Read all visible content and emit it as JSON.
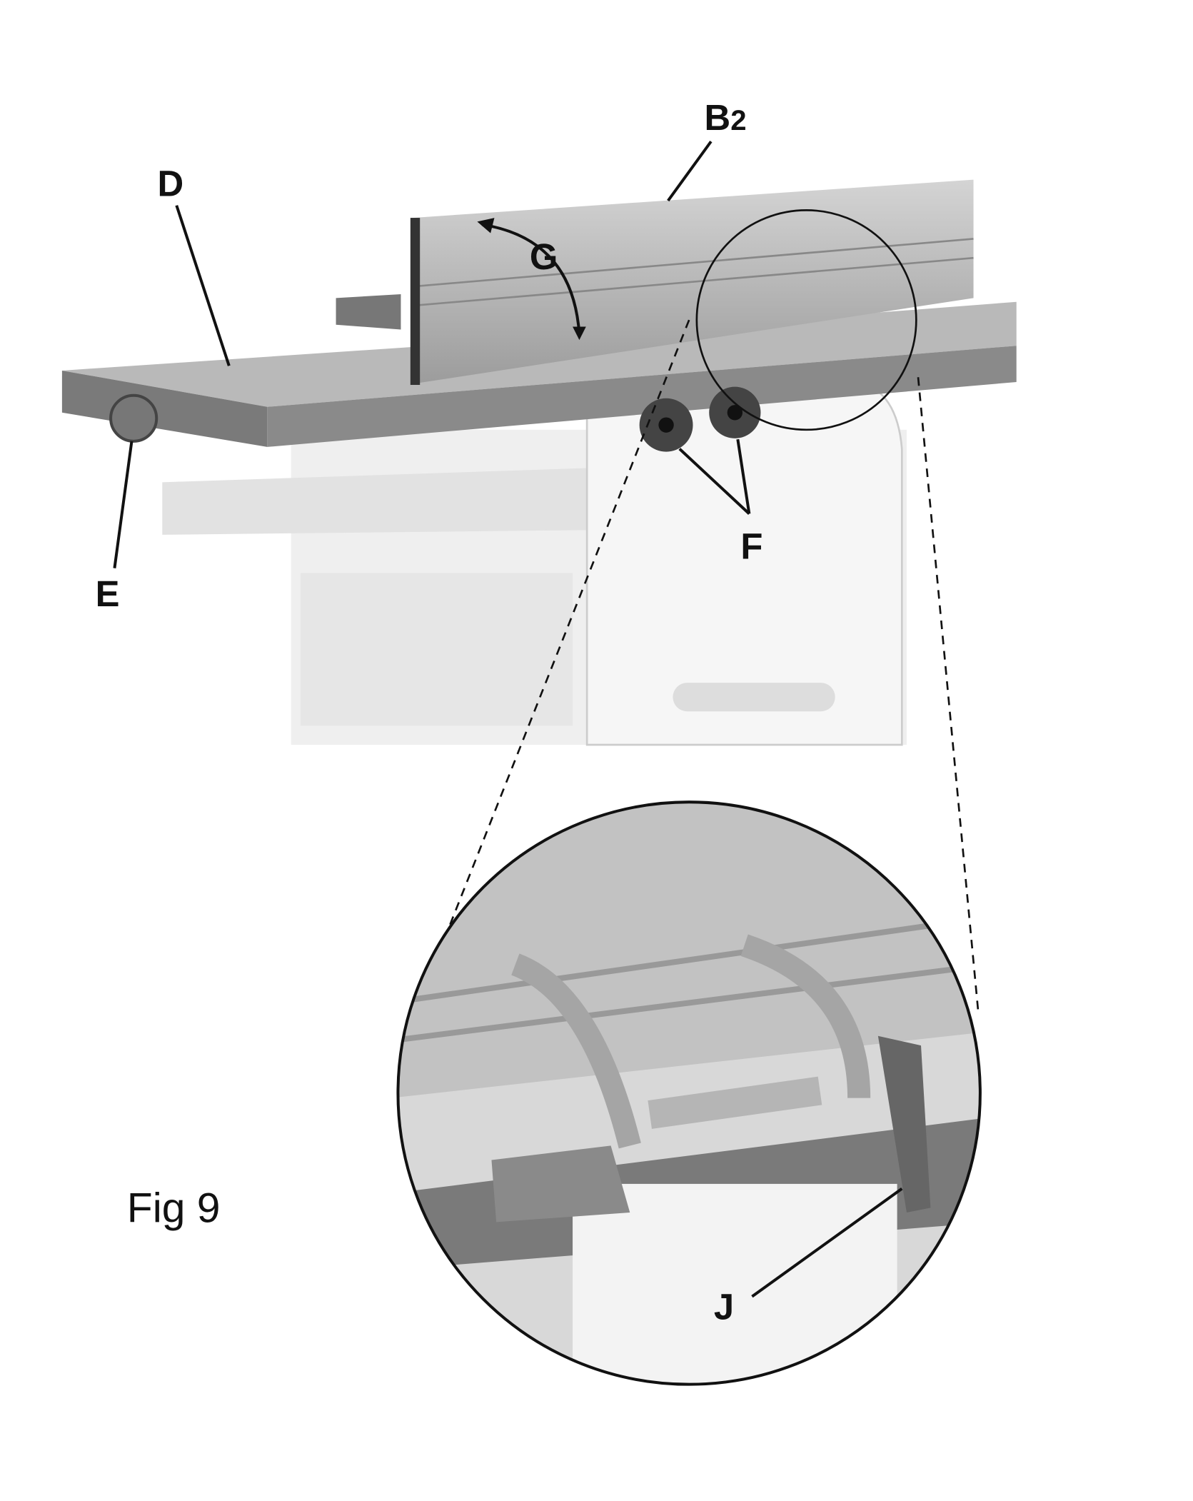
{
  "figure": {
    "caption": "Fig 9",
    "labels": {
      "b2": "B",
      "b2_sub": "2",
      "d": "D",
      "g": "G",
      "e": "E",
      "f": "F",
      "j": "J"
    }
  },
  "colors": {
    "metal_dark": "#6e6e6e",
    "metal_mid": "#9a9a9a",
    "metal_light": "#c8c8c8",
    "body_light": "#ececec"
  }
}
